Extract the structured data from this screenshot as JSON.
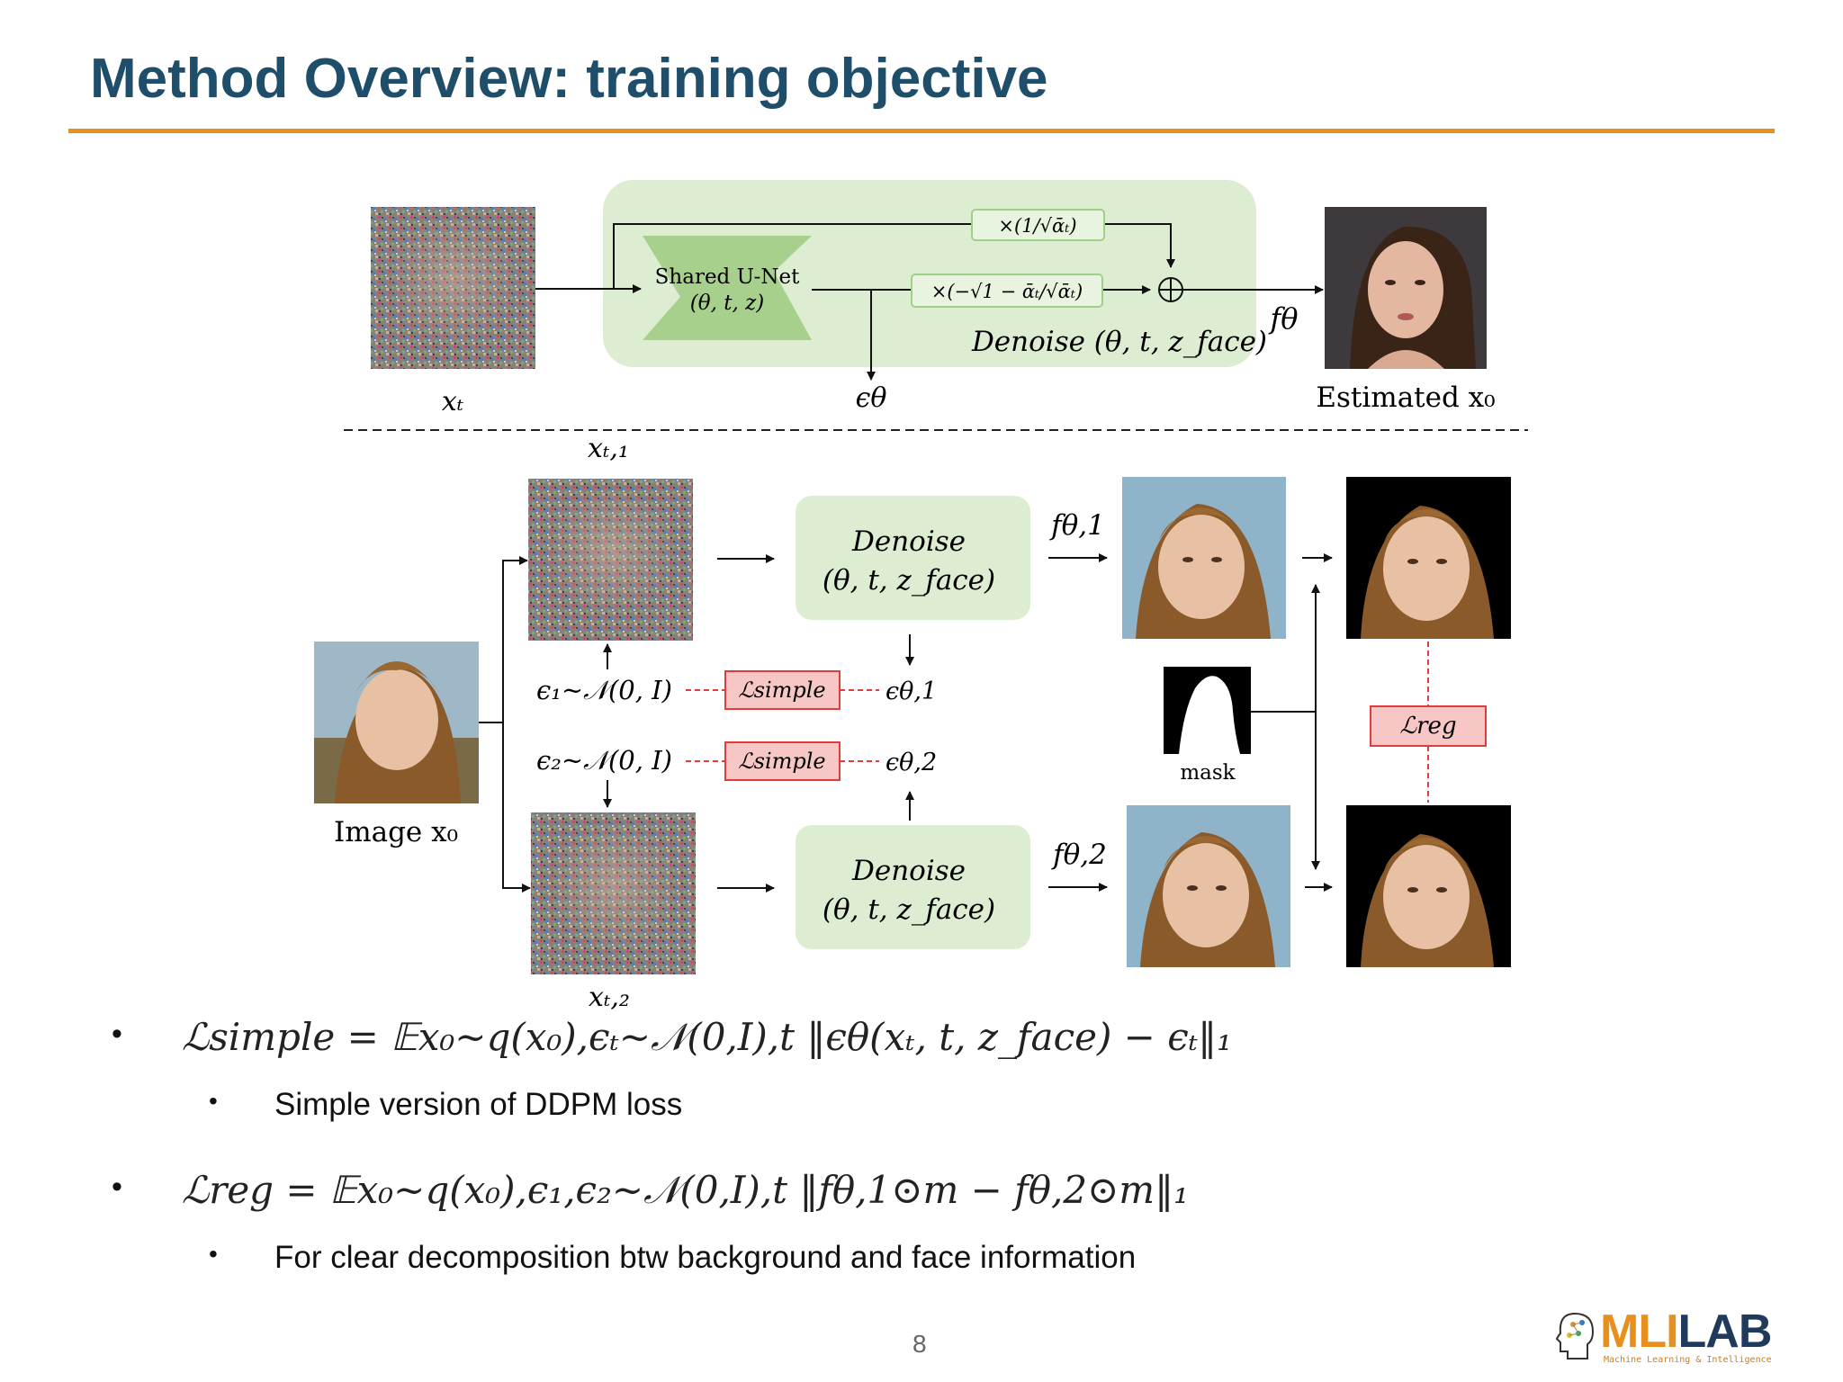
{
  "slide": {
    "title": "Method Overview: training objective",
    "page_number": "8"
  },
  "top_diagram": {
    "unet_label_line1": "Shared U-Net",
    "unet_label_line2": "(θ, t, z)",
    "scale_top": "×(1/√ᾱₜ)",
    "scale_mid": "×(−√1 − ᾱₜ/√ᾱₜ)",
    "denoise_label": "Denoise (θ, t, z_face)",
    "f_theta": "fθ",
    "label_xt": "xₜ",
    "label_eps": "ϵθ",
    "label_estimated": "Estimated x₀"
  },
  "bottom_diagram": {
    "label_xt1": "xₜ,₁",
    "label_xt2": "xₜ,₂",
    "label_image": "Image x₀",
    "denoise1_line1": "Denoise",
    "denoise1_line2": "(θ, t, z_face)",
    "denoise2_line1": "Denoise",
    "denoise2_line2": "(θ, t, z_face)",
    "f_theta1": "fθ,1",
    "f_theta2": "fθ,2",
    "eps1_noise": "ϵ₁~𝒩(0, I)",
    "eps2_noise": "ϵ₂~𝒩(0, I)",
    "loss_simple": "ℒsimple",
    "eps_theta1": "ϵθ,1",
    "eps_theta2": "ϵθ,2",
    "mask_label": "mask",
    "loss_reg": "ℒreg"
  },
  "bullets": [
    {
      "equation": "ℒsimple = 𝔼x₀~q(x₀),ϵₜ~𝒩(0,I),t ‖ϵθ(xₜ, t, z_face) − ϵₜ‖₁",
      "sub": "Simple version of DDPM loss"
    },
    {
      "equation": "ℒreg = 𝔼x₀~q(x₀),ϵ₁,ϵ₂~𝒩(0,I),t ‖fθ,1⊙m − fθ,2⊙m‖₁",
      "sub": "For clear decomposition btw background and face information"
    }
  ],
  "logo": {
    "text_part1": "MLI",
    "text_part2": "LAB",
    "subtitle": "Machine Learning & Intelligence"
  },
  "colors": {
    "title": "#1f4e6b",
    "rule": "#e8901e",
    "green_panel": "#dcedd2",
    "unet": "#a8d08d",
    "loss_box": "#f7c7c5",
    "loss_border": "#e03c3c"
  }
}
